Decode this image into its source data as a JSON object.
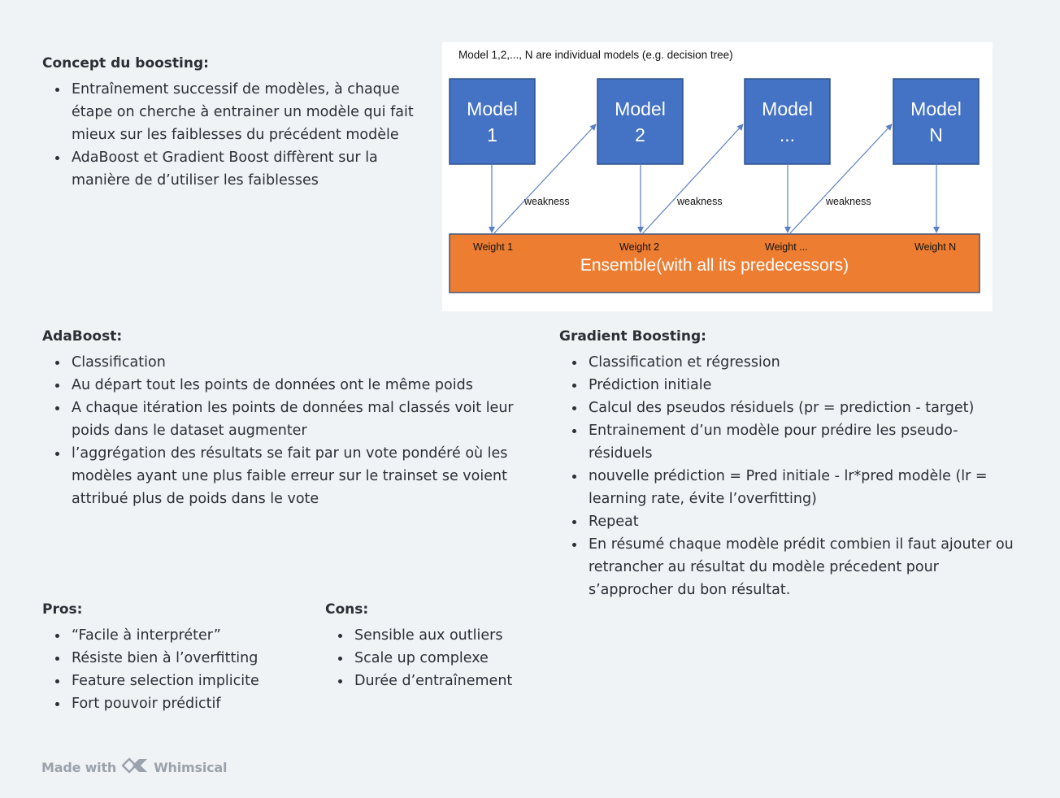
{
  "concept": {
    "title": "Concept du boosting:",
    "items": [
      "Entraînement successif de modèles, à chaque étape on cherche à entrainer un modèle qui fait mieux sur les faiblesses du précédent modèle",
      "AdaBoost et Gradient Boost diffèrent sur la manière de d’utiliser les faiblesses"
    ]
  },
  "diagram": {
    "caption": "Model 1,2,..., N are individual models (e.g. decision tree)",
    "models": [
      {
        "line1": "Model",
        "line2": "1"
      },
      {
        "line1": "Model",
        "line2": "2"
      },
      {
        "line1": "Model",
        "line2": "..."
      },
      {
        "line1": "Model",
        "line2": "N"
      }
    ],
    "weakness_label": "weakness",
    "weights": [
      "Weight 1",
      "Weight 2",
      "Weight ...",
      "Weight N"
    ],
    "ensemble_label": "Ensemble(with all its predecessors)",
    "colors": {
      "model_fill": "#4472c4",
      "model_border": "#2f528f",
      "ensemble_fill": "#ed7d31",
      "ensemble_border": "#41577a",
      "arrow": "#5b7fc4"
    }
  },
  "adaboost": {
    "title": "AdaBoost:",
    "items": [
      "Classification",
      "Au départ tout les points de données ont le même poids",
      "A chaque itération les points de données mal classés voit leur poids dans le dataset augmenter",
      "l’aggrégation des résultats se fait par un vote pondéré où les modèles ayant une plus faible erreur sur le trainset se voient attribué plus de poids dans le vote"
    ]
  },
  "gradient": {
    "title": "Gradient Boosting:",
    "items": [
      "Classification et régression",
      "Prédiction initiale",
      "Calcul des pseudos résiduels (pr = prediction - target)",
      "Entrainement d’un modèle pour prédire les pseudo-résiduels",
      "nouvelle prédiction = Pred initiale - lr*pred modèle (lr = learning rate, évite l’overfitting)",
      "Repeat",
      "En résumé chaque modèle prédit combien il faut ajouter ou retrancher au résultat du modèle précedent pour s’approcher du bon résultat."
    ]
  },
  "pros": {
    "title": "Pros:",
    "items": [
      "“Facile à interpréter”",
      "Résiste bien à l’overfitting",
      "Feature selection implicite",
      "Fort pouvoir prédictif"
    ]
  },
  "cons": {
    "title": "Cons:",
    "items": [
      "Sensible aux outliers",
      "Scale up complexe",
      "Durée d’entraînement"
    ]
  },
  "footer": {
    "made_with": "Made with",
    "brand": "Whimsical",
    "logo_icon": "whimsical-logo-icon"
  }
}
